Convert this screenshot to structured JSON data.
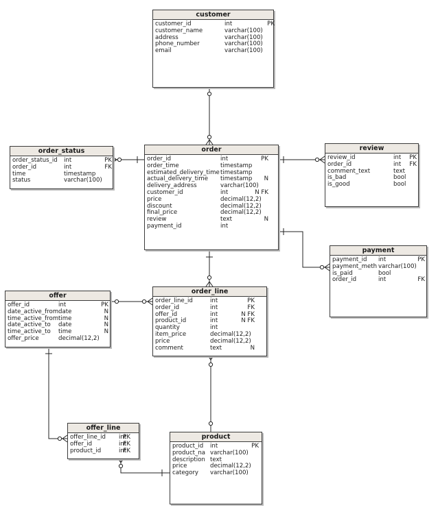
{
  "entities": {
    "customer": {
      "title": "customer",
      "rows": [
        [
          "customer_id",
          "int",
          "PK"
        ],
        [
          "customer_name",
          "varchar(100)",
          ""
        ],
        [
          "address",
          "varchar(100)",
          ""
        ],
        [
          "phone_number",
          "varchar(100)",
          ""
        ],
        [
          "email",
          "varchar(100)",
          ""
        ]
      ]
    },
    "order_status": {
      "title": "order_status",
      "rows": [
        [
          "order_status_id",
          "int",
          "PK"
        ],
        [
          "order_id",
          "int",
          "FK"
        ],
        [
          "time",
          "timestamp",
          ""
        ],
        [
          "status",
          "varchar(100)",
          ""
        ]
      ]
    },
    "order": {
      "title": "order",
      "rows": [
        [
          "order_id",
          "int",
          "PK"
        ],
        [
          "order_time",
          "timestamp",
          ""
        ],
        [
          "estimated_delivery_time",
          "timestamp",
          ""
        ],
        [
          "actual_delivery_time",
          "timestamp",
          "N"
        ],
        [
          "delivery_address",
          "varchar(100)",
          ""
        ],
        [
          "customer_id",
          "int",
          "N FK"
        ],
        [
          "price",
          "decimal(12,2)",
          ""
        ],
        [
          "discount",
          "decimal(12,2)",
          ""
        ],
        [
          "final_price",
          "decimal(12,2)",
          ""
        ],
        [
          "review",
          "text",
          "N"
        ],
        [
          "payment_id",
          "int",
          ""
        ]
      ]
    },
    "review": {
      "title": "review",
      "rows": [
        [
          "review_id",
          "int",
          "PK"
        ],
        [
          "order_id",
          "int",
          "FK"
        ],
        [
          "comment_text",
          "text",
          ""
        ],
        [
          "is_bad",
          "bool",
          ""
        ],
        [
          "is_good",
          "bool",
          ""
        ]
      ]
    },
    "payment": {
      "title": "payment",
      "rows": [
        [
          "payment_id",
          "int",
          "PK"
        ],
        [
          "payment_meth",
          "varchar(100)",
          ""
        ],
        [
          "is_paid",
          "bool",
          ""
        ],
        [
          "order_id",
          "int",
          "FK"
        ]
      ]
    },
    "offer": {
      "title": "offer",
      "rows": [
        [
          "offer_id",
          "int",
          "PK"
        ],
        [
          "date_active_from",
          "date",
          "N"
        ],
        [
          "time_active_from",
          "time",
          "N"
        ],
        [
          "date_active_to",
          "date",
          "N"
        ],
        [
          "time_active_to",
          "time",
          "N"
        ],
        [
          "offer_price",
          "decimal(12,2)",
          ""
        ]
      ]
    },
    "order_line": {
      "title": "order_line",
      "rows": [
        [
          "order_line_id",
          "int",
          "PK"
        ],
        [
          "order_id",
          "int",
          "FK"
        ],
        [
          "offer_id",
          "int",
          "N FK"
        ],
        [
          "product_id",
          "int",
          "N FK"
        ],
        [
          "quantity",
          "int",
          ""
        ],
        [
          "item_price",
          "decimal(12,2)",
          ""
        ],
        [
          "price",
          "decimal(12,2)",
          ""
        ],
        [
          "comment",
          "text",
          "N"
        ]
      ]
    },
    "offer_line": {
      "title": "offer_line",
      "rows": [
        [
          "offer_line_id",
          "int",
          "PK"
        ],
        [
          "offer_id",
          "int",
          "FK"
        ],
        [
          "product_id",
          "int",
          "FK"
        ]
      ]
    },
    "product": {
      "title": "product",
      "rows": [
        [
          "product_id",
          "int",
          "PK"
        ],
        [
          "product_na",
          "varchar(100)",
          ""
        ],
        [
          "description",
          "text",
          ""
        ],
        [
          "price",
          "decimal(12,2)",
          ""
        ],
        [
          "category",
          "varchar(100)",
          ""
        ]
      ]
    }
  },
  "colors": {
    "header_bg": "#ede9e3",
    "border": "#3a3a3a",
    "line": "#222222"
  }
}
